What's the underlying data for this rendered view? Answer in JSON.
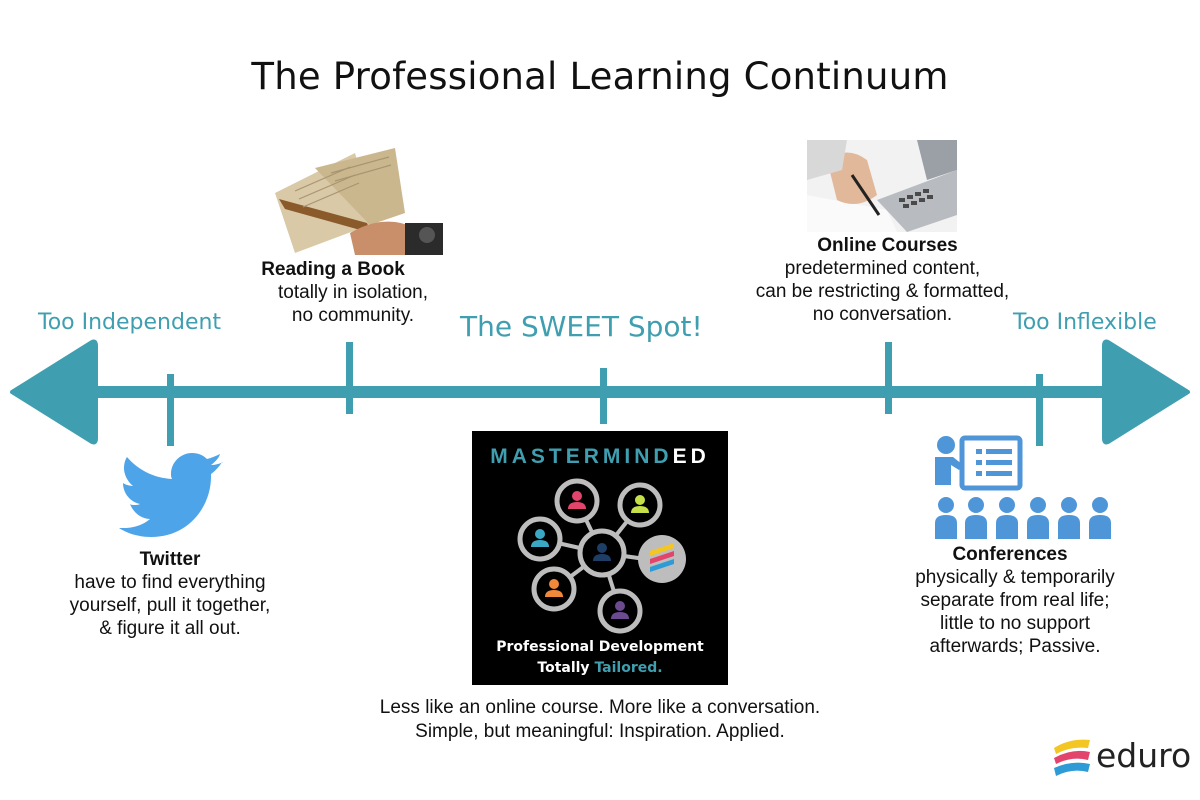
{
  "title": "The Professional Learning Continuum",
  "colors": {
    "teal": "#3f9fb0",
    "twitter_blue": "#4ea4e8",
    "conference_blue": "#4f96d8"
  },
  "axis": {
    "left_label": "Too Independent",
    "right_label": "Too Inflexible",
    "center_label": "The SWEET Spot!"
  },
  "items": {
    "twitter": {
      "heading": "Twitter",
      "lines": [
        "have to find everything",
        "yourself, pull it together,",
        "& figure it all out."
      ],
      "icon": "twitter-bird-icon"
    },
    "book": {
      "heading": "Reading a Book",
      "lines": [
        "totally in isolation,",
        "no community."
      ],
      "image": "open-book-photo"
    },
    "online": {
      "heading": "Online Courses",
      "lines": [
        "predetermined content,",
        "can be restricting & formatted,",
        "no conversation."
      ],
      "image": "laptop-writing-photo"
    },
    "conferences": {
      "heading": "Conferences",
      "lines": [
        "physically & temporarily",
        "separate from real life;",
        "little to no support",
        "afterwards; Passive."
      ],
      "icon": "presenter-audience-icon"
    }
  },
  "mastermind": {
    "brand_teal": "MASTERMIND",
    "brand_white": "ED",
    "sub_line1": "Professional Development",
    "sub_line2_white": "Totally",
    "sub_line2_teal": "Tailored."
  },
  "footer": {
    "line1": "Less like an online course. More like a conversation.",
    "line2": "Simple, but meaningful: Inspiration. Applied."
  },
  "logo": {
    "word": "eduro"
  }
}
